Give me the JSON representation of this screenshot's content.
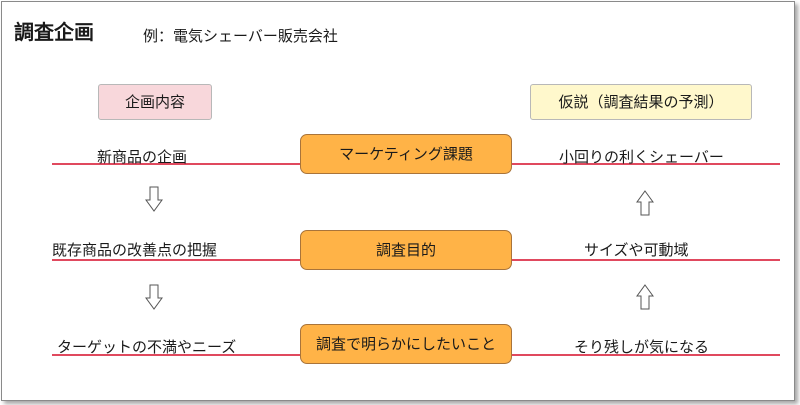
{
  "header": {
    "title": "調査企画",
    "subtitle": "例：電気シェーバー販売会社"
  },
  "columns": {
    "left_header": "企画内容",
    "right_header": "仮説（調査結果の予測）"
  },
  "rows": [
    {
      "left": "新商品の企画",
      "center": "マーケティング課題",
      "right": "小回りの利くシェーバー"
    },
    {
      "left": "既存商品の改善点の把握",
      "center": "調査目的",
      "right": "サイズや可動域"
    },
    {
      "left": "ターゲットの不満やニーズ",
      "center": "調査で明らかにしたいこと",
      "right": "そり残しが気になる"
    }
  ],
  "colors": {
    "pink_header": "#f8d7db",
    "yellow_header": "#fff8cc",
    "center_box": "#ffb347",
    "red_line": "#e0495e"
  },
  "arrows": {
    "left_column": "down-arrow-icon",
    "right_column": "up-arrow-icon"
  }
}
